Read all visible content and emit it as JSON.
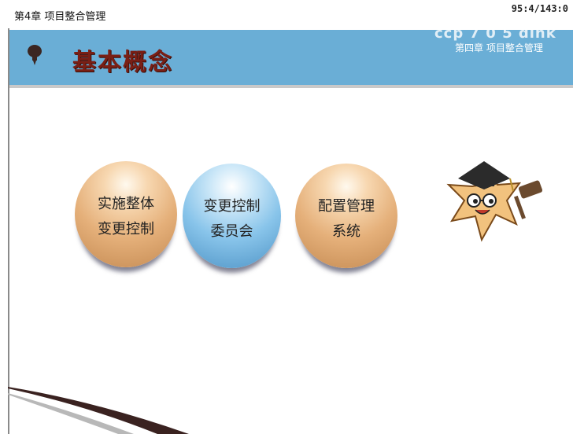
{
  "header": {
    "chapter": "第4章 项目整合管理",
    "page_counter": "95:4/143:0"
  },
  "banner": {
    "title": "基本概念",
    "watermark": "ccp 7 0 5 dink",
    "subtitle": "第四章 项目整合管理",
    "color": "#6aaed6",
    "title_color": "#7a1f15"
  },
  "concepts": [
    {
      "line1": "实施整体",
      "line2": "变更控制",
      "color": "#e5b07a"
    },
    {
      "line1": "变更控制",
      "line2": "委员会",
      "color": "#88c4ea"
    },
    {
      "line1": "配置管理",
      "line2": "系统",
      "color": "#e5b07a"
    }
  ],
  "icons": {
    "bullet": "pushpin-icon",
    "mascot": "graduate-mascot-with-gavel"
  }
}
